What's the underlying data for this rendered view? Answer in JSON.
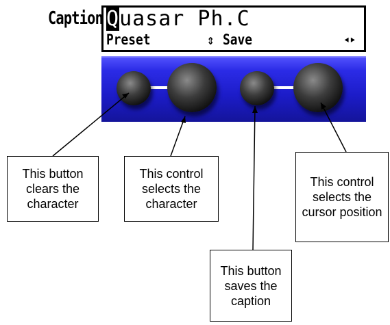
{
  "caption_label": "Caption",
  "display": {
    "cursor_char": "Q",
    "text_rest": "uasar Ph.C",
    "softkeys": {
      "preset": "Preset",
      "updown_symbol": "⇕",
      "save": "Save",
      "leftright_symbol": "◂▸"
    }
  },
  "colors": {
    "panel": "#1c1cc8",
    "knob": "#111111",
    "connector": "#ffffff"
  },
  "callouts": {
    "clear_button": "This button clears the character",
    "char_control": "This control selects the character",
    "save_button": "This button saves the caption",
    "cursor_control": "This control selects the cursor position"
  }
}
